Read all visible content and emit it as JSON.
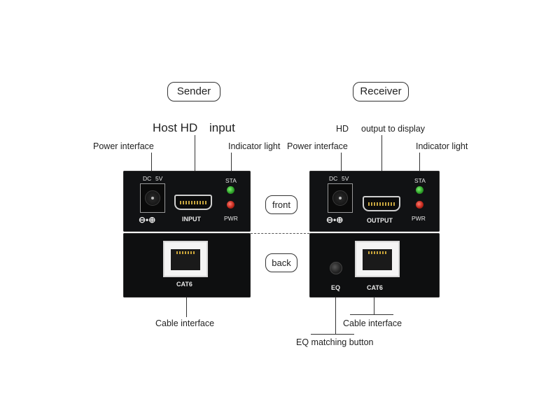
{
  "sender": {
    "title": "Sender",
    "top_label_left": "Host HD",
    "top_label_right": "input",
    "power_label": "Power interface",
    "indicator_label": "Indicator light",
    "dc_label": "DC",
    "volt_label": "5V",
    "polarity": "⊖•⊕",
    "port_label": "INPUT",
    "sta_label": "STA",
    "pwr_label": "PWR",
    "cable_port_label": "CAT6",
    "cable_label": "Cable interface"
  },
  "receiver": {
    "title": "Receiver",
    "top_label_left": "HD",
    "top_label_right": "output to display",
    "power_label": "Power interface",
    "indicator_label": "Indicator light",
    "dc_label": "DC",
    "volt_label": "5V",
    "polarity": "⊖•⊕",
    "port_label": "OUTPUT",
    "sta_label": "STA",
    "pwr_label": "PWR",
    "eq_port_label": "EQ",
    "cable_port_label": "CAT6",
    "cable_label": "Cable interface",
    "eq_label": "EQ matching button"
  },
  "middle": {
    "front_label": "front",
    "back_label": "back"
  },
  "colors": {
    "panel": "#111214",
    "led_sta": "#3bbf34",
    "led_pwr": "#d2281c"
  }
}
